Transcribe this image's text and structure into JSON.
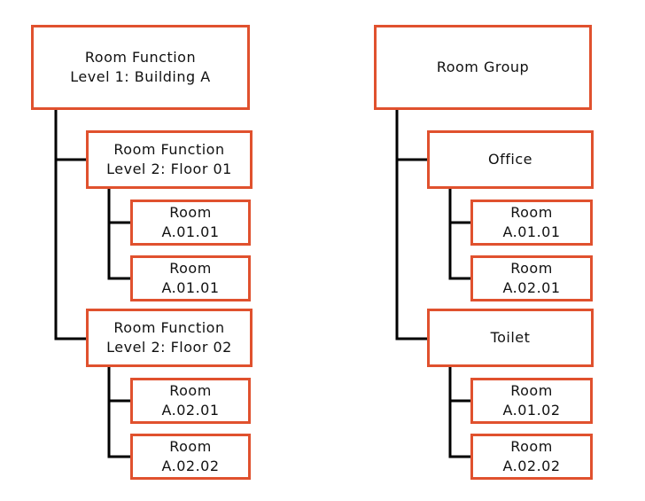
{
  "colors": {
    "box_border": "#E0512E",
    "connector": "#000000",
    "text": "#111111",
    "background": "#FFFFFF"
  },
  "left_tree": {
    "root": {
      "lines": [
        "Room Function",
        "Level 1: Building A"
      ]
    },
    "children": [
      {
        "node": {
          "lines": [
            "Room Function",
            "Level 2: Floor 01"
          ]
        },
        "rooms": [
          {
            "lines": [
              "Room",
              "A.01.01"
            ]
          },
          {
            "lines": [
              "Room",
              "A.01.01"
            ]
          }
        ]
      },
      {
        "node": {
          "lines": [
            "Room Function",
            "Level 2: Floor 02"
          ]
        },
        "rooms": [
          {
            "lines": [
              "Room",
              "A.02.01"
            ]
          },
          {
            "lines": [
              "Room",
              "A.02.02"
            ]
          }
        ]
      }
    ]
  },
  "right_tree": {
    "root": {
      "lines": [
        "Room Group"
      ]
    },
    "children": [
      {
        "node": {
          "lines": [
            "Office"
          ]
        },
        "rooms": [
          {
            "lines": [
              "Room",
              "A.01.01"
            ]
          },
          {
            "lines": [
              "Room",
              "A.02.01"
            ]
          }
        ]
      },
      {
        "node": {
          "lines": [
            "Toilet"
          ]
        },
        "rooms": [
          {
            "lines": [
              "Room",
              "A.01.02"
            ]
          },
          {
            "lines": [
              "Room",
              "A.02.02"
            ]
          }
        ]
      }
    ]
  }
}
